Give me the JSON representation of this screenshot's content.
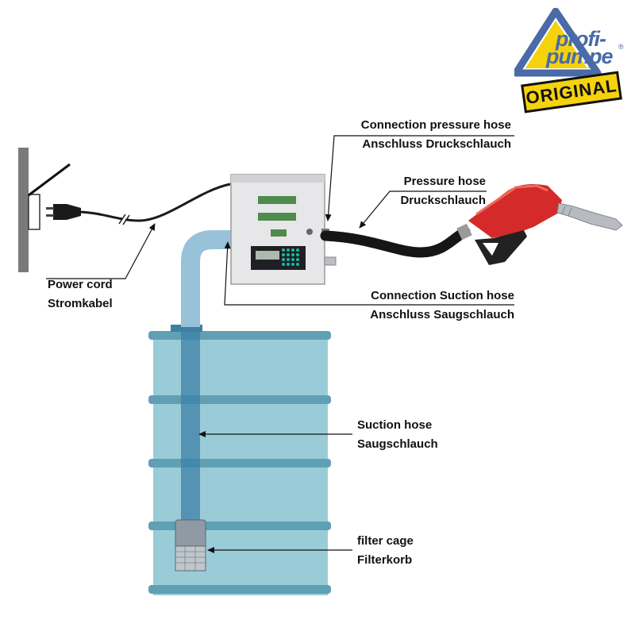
{
  "logo": {
    "line1": "profi-",
    "line2": "pumpe",
    "badge": "ORIGINAL",
    "reg": "®"
  },
  "labels": {
    "connection_pressure_en": "Connection pressure hose",
    "connection_pressure_de": "Anschluss Druckschlauch",
    "pressure_en": "Pressure hose",
    "pressure_de": "Druckschlauch",
    "power_en": "Power cord",
    "power_de": "Stromkabel",
    "connection_suction_en": "Connection Suction hose",
    "connection_suction_de": "Anschluss Saugschlauch",
    "suction_en": "Suction hose",
    "suction_de": "Saugschlauch",
    "filter_en": "filter cage",
    "filter_de": "Filterkorb"
  },
  "colors": {
    "barrel": "#87c3d0",
    "barrel_ring": "#5fa0b4",
    "suction_hose": "#3d80a8",
    "pump_body": "#e7e7e9",
    "nozzle": "#d42a2a",
    "wall": "#7a7a7a",
    "logo_blue": "#4a6aa8",
    "logo_yellow": "#f4d20c"
  }
}
